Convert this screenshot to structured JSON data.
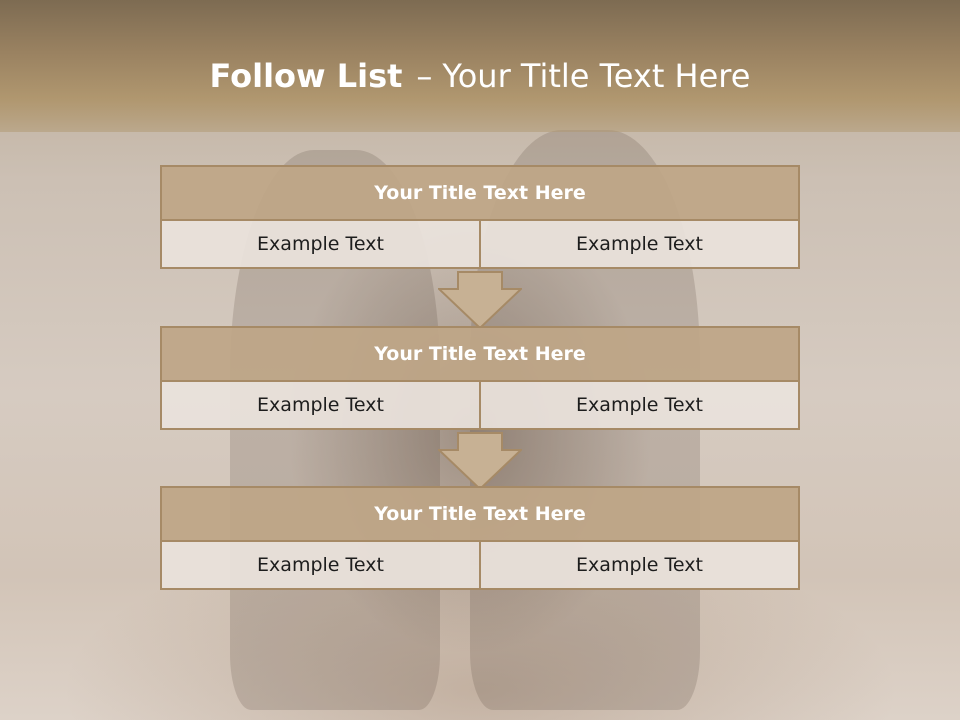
{
  "slide": {
    "title_lead": "Follow List",
    "title_dash": "–",
    "title_rest": "Your Title Text Here"
  },
  "blocks": [
    {
      "title": "Your Title Text Here",
      "left": "Example Text",
      "right": "Example Text"
    },
    {
      "title": "Your Title Text Here",
      "left": "Example Text",
      "right": "Example Text"
    },
    {
      "title": "Your Title Text Here",
      "left": "Example Text",
      "right": "Example Text"
    }
  ],
  "colors": {
    "header_band": "#9a8261",
    "block_title_fill": "#bea686",
    "block_border": "#a68a66",
    "cell_fill": "#eae2dc",
    "arrow_fill": "#c7b194"
  }
}
